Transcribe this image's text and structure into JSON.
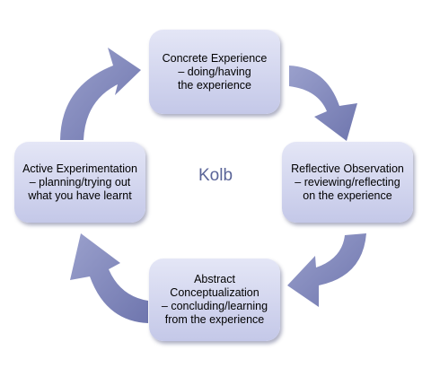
{
  "diagram": {
    "center_label": "Kolb",
    "arrow_color": "#7f86ba",
    "box_color": "#d2d5ee",
    "stages": {
      "concrete": {
        "lines": [
          "Concrete Experience",
          "– doing/having",
          "the experience"
        ]
      },
      "reflective": {
        "lines": [
          "Reflective Observation",
          "– reviewing/reflecting",
          "on the experience"
        ]
      },
      "abstract": {
        "lines": [
          "Abstract",
          "Conceptualization",
          "– concluding/learning",
          "from the experience"
        ]
      },
      "active": {
        "lines": [
          "Active Experimentation",
          "– planning/trying out",
          "what you have learnt"
        ]
      }
    }
  }
}
